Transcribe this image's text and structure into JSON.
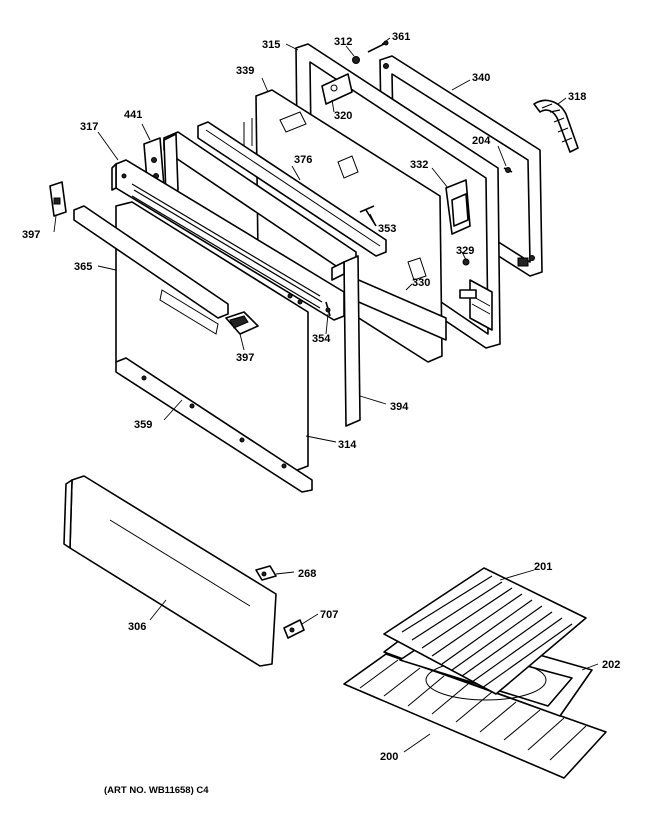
{
  "colors": {
    "line": "#000000",
    "paper": "#ffffff"
  },
  "caption": "(ART NO. WB11658) C4",
  "parts": {
    "p315": "315",
    "p312": "312",
    "p361": "361",
    "p340": "340",
    "p318": "318",
    "p339": "339",
    "p320": "320",
    "p204": "204",
    "p441": "441",
    "p317": "317",
    "p376": "376",
    "p332": "332",
    "p353": "353",
    "p397a": "397",
    "p365": "365",
    "p329": "329",
    "p330": "330",
    "p354": "354",
    "p397b": "397",
    "p394": "394",
    "p359": "359",
    "p314": "314",
    "p268": "268",
    "p306": "306",
    "p707": "707",
    "p201": "201",
    "p202": "202",
    "p200": "200"
  }
}
